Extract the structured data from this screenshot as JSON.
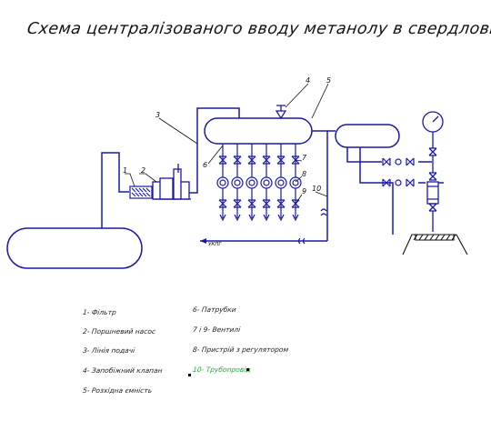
{
  "title": "Схема централізованого вводу метанолу в свердловини та шлейфи",
  "callouts": [
    "1",
    "2",
    "3",
    "4",
    "5",
    "6",
    "7",
    "8",
    "9",
    "10"
  ],
  "flow_label": "УКПГ",
  "legend": [
    "1- Фільтр",
    "2- Поршневий насос",
    "3- Лінія подачі",
    "4- Запобіжний клапан",
    "5- Розхідна ємність",
    "6- Патрубки",
    "7 і 9- Вентилі",
    "8- Пристрій з регулятором",
    "10- Трубопровід"
  ],
  "colors": {
    "line": "#1a1aa8",
    "dark": "#111111",
    "highlight": "#27a838"
  }
}
